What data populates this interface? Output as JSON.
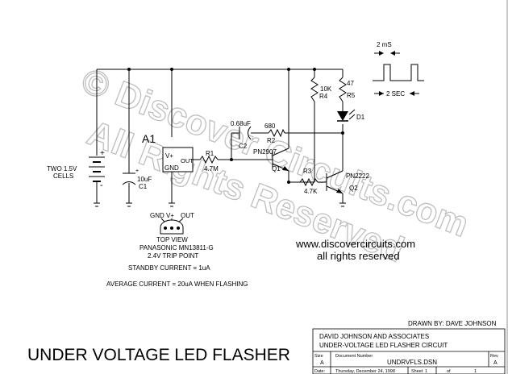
{
  "watermark": {
    "line1": "© Discover Circuits.com",
    "line2": "All Rights Reserved"
  },
  "battery": {
    "line1": "TWO 1.5V",
    "line2": "CELLS",
    "plus": "+",
    "minus": "-"
  },
  "c1": {
    "value": "10uF",
    "label": "C1",
    "plus": "+"
  },
  "a1": {
    "label": "A1",
    "pin_vplus": "V+",
    "pin_out": "OUT",
    "pin_gnd": "GND"
  },
  "r1": {
    "label": "R1",
    "value": "4.7M"
  },
  "c2": {
    "value": "0.68uF",
    "label": "C2"
  },
  "r2": {
    "value": "680",
    "label": "R2"
  },
  "q1": {
    "part": "PN2907",
    "label": "Q1"
  },
  "r3": {
    "label": "R3",
    "value": "4.7K"
  },
  "q2": {
    "part": "PN2222",
    "label": "Q2"
  },
  "r4": {
    "value": "10K",
    "label": "R4"
  },
  "r5": {
    "value": "47",
    "label": "R5"
  },
  "d1": {
    "label": "D1"
  },
  "timing": {
    "pulse_width": "2 mS",
    "period": "2 SEC"
  },
  "pinout": {
    "gnd": "GND",
    "vplus": "V+",
    "out": "OUT"
  },
  "notes": {
    "top_view": "TOP VIEW",
    "part": "PANASONIC MN13811-G",
    "trip": "2.4V TRIP POINT",
    "standby": "STANDBY CURRENT = 1uA",
    "average": "AVERAGE CURRENT = 20uA WHEN FLASHING"
  },
  "website": {
    "url": "www.discovercircuits.com",
    "rights": "all rights reserved"
  },
  "drawn_by": "DRAWN BY:  DAVE JOHNSON",
  "title": "UNDER VOLTAGE LED FLASHER",
  "title_block": {
    "company": "DAVID JOHNSON AND ASSOCIATES",
    "title": "UNDER-VOLTAGE LED FLASHER CIRCUIT",
    "size_caption": "Size",
    "size": "A",
    "doc_caption": "Document Number",
    "doc": "UNDRVFLS.DSN",
    "rev_caption": "Rev",
    "rev": "A",
    "date_caption": "Date:",
    "date": "Thursday, December 24, 1998",
    "sheet_caption": "Sheet",
    "sheet": "1",
    "of_caption": "of",
    "of": "1"
  }
}
